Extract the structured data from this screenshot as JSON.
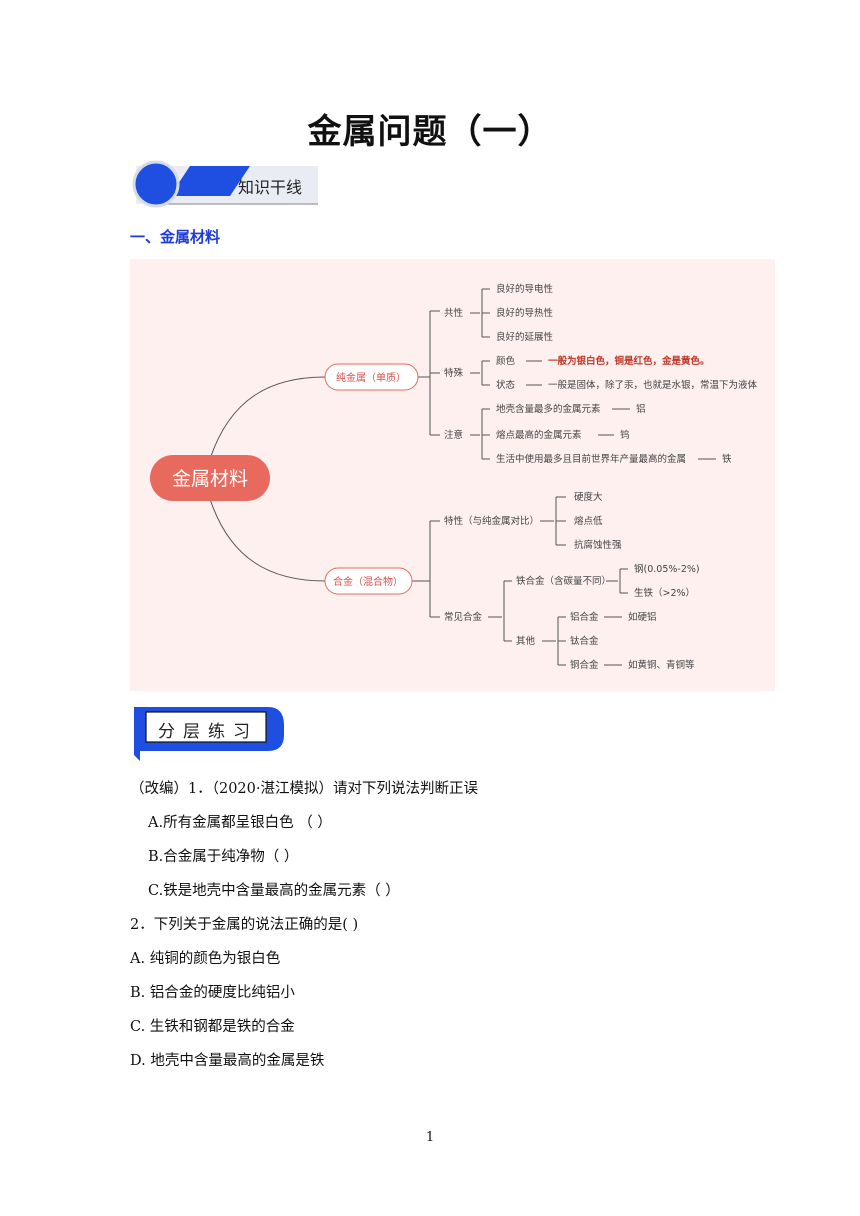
{
  "title": "金属问题（一）",
  "banner_knowledge": "知识干线",
  "section1": "一、金属材料",
  "mindmap": {
    "root": "金属材料",
    "pure_metal": "纯金属（单质）",
    "alloy": "合金（混合物）",
    "common": "共性",
    "common_items": [
      "良好的导电性",
      "良好的导热性",
      "良好的延展性"
    ],
    "special": "特殊",
    "color": "颜色",
    "color_desc": "一般为银白色，铜是红色，金是黄色。",
    "state": "状态",
    "state_desc": "一般是固体，除了汞，也就是水银，常温下为液体",
    "note": "注意",
    "note_items": [
      {
        "label": "地壳含量最多的金属元素",
        "value": "铝"
      },
      {
        "label": "熔点最高的金属元素",
        "value": "钨"
      },
      {
        "label": "生活中使用最多且目前世界年产量最高的金属",
        "value": "铁"
      }
    ],
    "alloy_feature": "特性（与纯金属对比）",
    "alloy_feature_items": [
      "硬度大",
      "熔点低",
      "抗腐蚀性强"
    ],
    "common_alloys": "常见合金",
    "iron_alloy": "铁合金（含碳量不同）",
    "iron_alloy_items": [
      "钢(0.05%-2%)",
      "生铁（>2%）"
    ],
    "others": "其他",
    "other_items": [
      {
        "label": "铝合金",
        "value": "如硬铝"
      },
      {
        "label": "钛合金",
        "value": ""
      },
      {
        "label": "铜合金",
        "value": "如黄铜、青铜等"
      }
    ]
  },
  "banner_practice": "分层练习",
  "questions": {
    "q1": "（改编）1．（2020·湛江模拟）请对下列说法判断正误",
    "q1a": "A.所有金属都呈银白色 （ ）",
    "q1b": "B.合金属于纯净物（ ）",
    "q1c": "C.铁是地壳中含量最高的金属元素（ ）",
    "q2": "2．下列关于金属的说法正确的是( )",
    "q2a": "A. 纯铜的颜色为银白色",
    "q2b": "B. 铝合金的硬度比纯铝小",
    "q2c": "C. 生铁和钢都是铁的合金",
    "q2d": "D. 地壳中含量最高的金属是铁"
  },
  "page_number": "1"
}
